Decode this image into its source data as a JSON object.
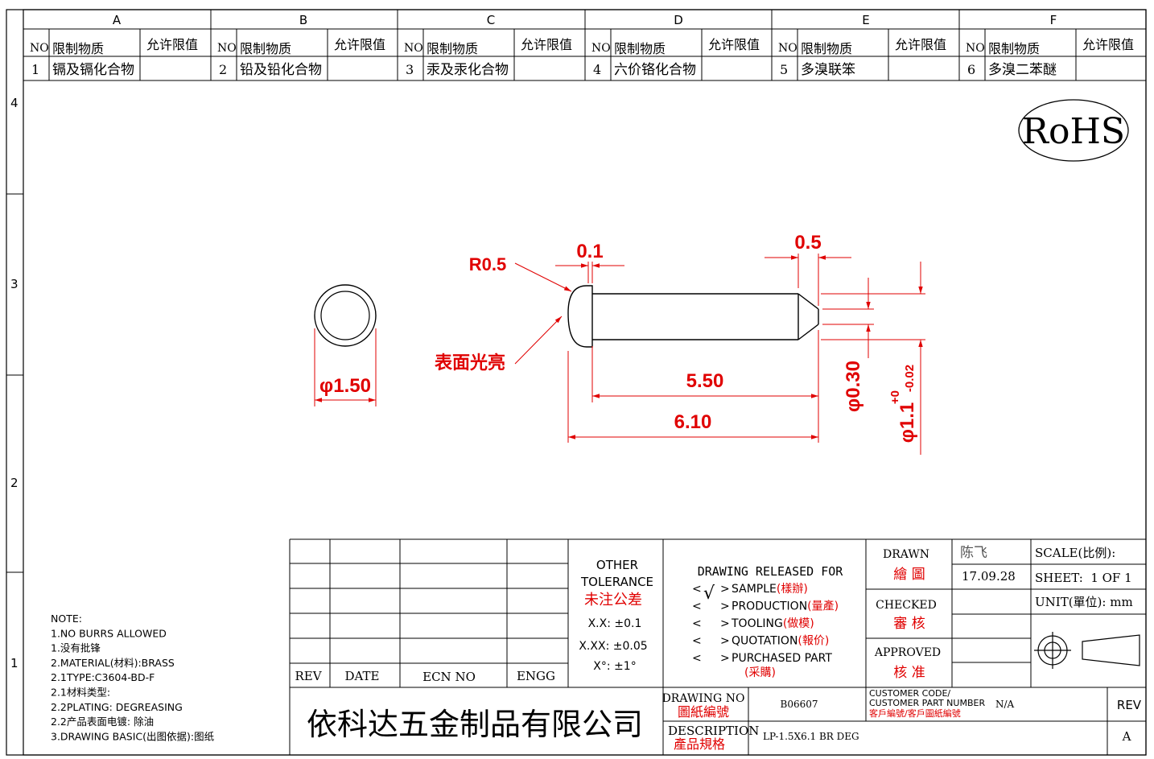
{
  "zones": {
    "cols": [
      "A",
      "B",
      "C",
      "D",
      "E",
      "F"
    ],
    "rows": [
      "4",
      "3",
      "2",
      "1"
    ]
  },
  "header_cell_no": "NO",
  "header_cell_substance": "限制物质",
  "header_cell_limit": "允许限值",
  "restricted_substances": [
    {
      "no": "1",
      "substance": "镉及镉化合物",
      "limit": ""
    },
    {
      "no": "2",
      "substance": "铅及铅化合物",
      "limit": ""
    },
    {
      "no": "3",
      "substance": "汞及汞化合物",
      "limit": ""
    },
    {
      "no": "4",
      "substance": "六价铬化合物",
      "limit": ""
    },
    {
      "no": "5",
      "substance": "多溴联笨",
      "limit": ""
    },
    {
      "no": "6",
      "substance": "多溴二苯醚",
      "limit": ""
    }
  ],
  "rohs_label": "RoHS",
  "drawing": {
    "radius_label": "R0.5",
    "surface_note": "表面光亮",
    "dims": {
      "head_gap": "0.1",
      "chamfer": "0.5",
      "outer_dia": "φ1.50",
      "length_body": "5.50",
      "length_total": "6.10",
      "tip_dia": "φ0.30",
      "shank_dia": "φ1.1",
      "shank_tol_upper": "+0",
      "shank_tol_lower": "-0.02"
    }
  },
  "notes": [
    "NOTE:",
    "1.NO BURRS ALLOWED",
    "1.没有批锋",
    "2.MATERIAL(材料):BRASS",
    "2.1TYPE:C3604-BD-F",
    "2.1材料类型:",
    "2.2PLATING: DEGREASING",
    "2.2产品表面电镀: 除油",
    "3.DRAWING BASIC(出图依据):图纸"
  ],
  "revision_block": {
    "rev": "REV",
    "date": "DATE",
    "ecn": "ECN NO",
    "engg": "ENGG"
  },
  "tolerance": {
    "title1": "OTHER",
    "title2": "TOLERANCE",
    "title_cn": "未注公差",
    "x": "X.X: ±0.1",
    "xx": "X.XX: ±0.05",
    "angle": "X°: ±1°"
  },
  "release": {
    "title": "DRAWING RELEASED FOR",
    "check_mark": "√",
    "options": [
      {
        "en": "SAMPLE",
        "cn": "(樣辦)"
      },
      {
        "en": "PRODUCTION",
        "cn": "(量產)"
      },
      {
        "en": "TOOLING",
        "cn": "(做模)"
      },
      {
        "en": "QUOTATION",
        "cn": "(報价)"
      },
      {
        "en": "PURCHASED PART",
        "cn": "(采購)"
      }
    ]
  },
  "signoff": {
    "drawn_en": "DRAWN",
    "drawn_cn": "繪 圖",
    "drawn_name": "陈飞",
    "drawn_date": "17.09.28",
    "checked_en": "CHECKED",
    "checked_cn": "審 核",
    "approved_en": "APPROVED",
    "approved_cn": "核 准"
  },
  "sheet": {
    "scale": "SCALE(比例):",
    "sheet": "SHEET:  1 OF 1",
    "unit": "UNIT(單位): mm"
  },
  "company": "依科达五金制品有限公司",
  "drawing_no_en": "DRAWING NO",
  "drawing_no_cn": "圖紙編號",
  "drawing_no": "B06607",
  "customer_code_en1": "CUSTOMER CODE/",
  "customer_code_en2": "CUSTOMER PART NUMBER",
  "customer_code_cn": "客戶編號/客戶圖紙編號",
  "customer_code": "N/A",
  "rev_label": "REV",
  "rev_value": "A",
  "description_en": "DESCRIPTION",
  "description_cn": "產品規格",
  "description": "LP-1.5X6.1 BR DEG",
  "colors": {
    "dimension": "#e00000",
    "line": "#000000"
  }
}
